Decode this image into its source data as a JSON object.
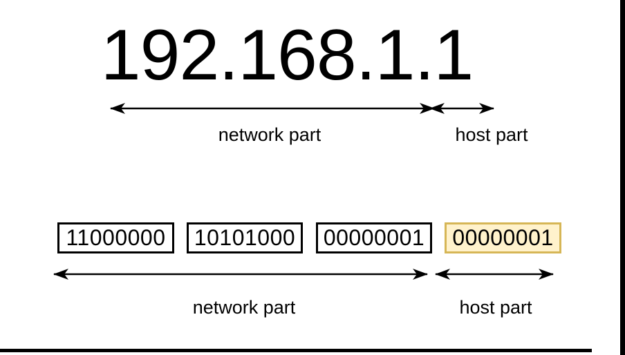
{
  "diagram": {
    "ip_address": "192.168.1.1",
    "decimal_section": {
      "network_label": "network part",
      "host_label": "host part"
    },
    "binary_section": {
      "octets": [
        {
          "bits": "11000000",
          "part": "network"
        },
        {
          "bits": "10101000",
          "part": "network"
        },
        {
          "bits": "00000001",
          "part": "network"
        },
        {
          "bits": "00000001",
          "part": "host"
        }
      ],
      "network_label": "network part",
      "host_label": "host part"
    },
    "colors": {
      "host_octet_fill": "#fff2cc",
      "host_octet_border": "#d6b656",
      "line": "#000000"
    }
  }
}
